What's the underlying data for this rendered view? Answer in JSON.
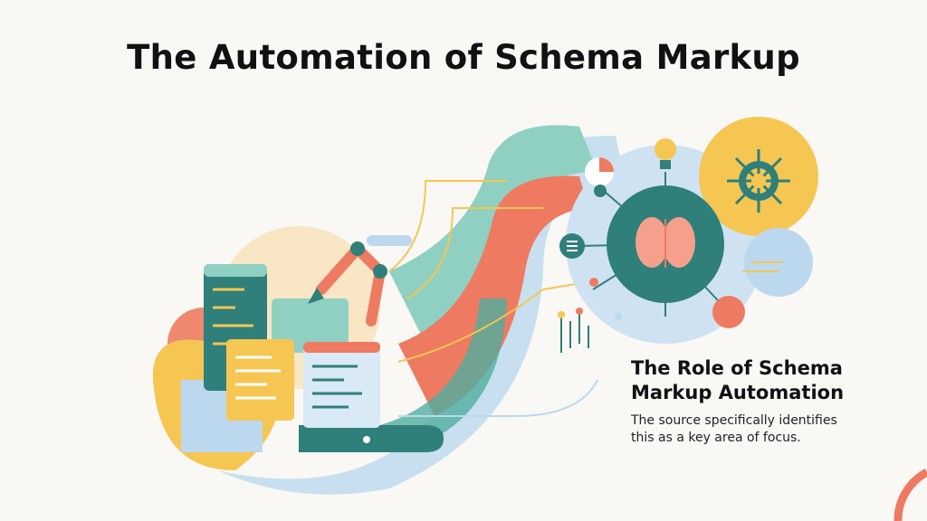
{
  "title": "The Automation of Schema Markup",
  "section": {
    "heading_line1": "The Role of Schema",
    "heading_line2": "Markup Automation",
    "body_line1": "The source specifically identifies",
    "body_line2": "this as a key area of focus."
  },
  "colors": {
    "teal": "#4fae9f",
    "coral": "#ee7a62",
    "yellow": "#f5c652",
    "lightblue": "#bcd8ee",
    "dark_teal": "#2f7f7a"
  },
  "icons": [
    "code-window-icon",
    "robot-arm-icon",
    "brain-icon",
    "gear-icon",
    "lightbulb-icon",
    "pie-chart-icon",
    "list-icon",
    "network-node-icon"
  ]
}
